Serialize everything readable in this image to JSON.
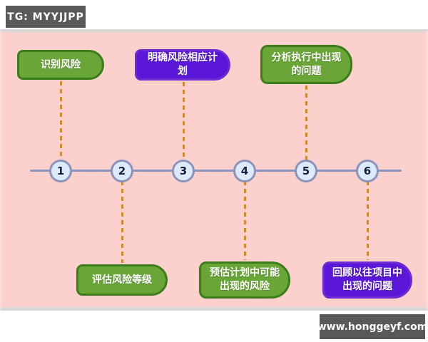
{
  "watermarks": {
    "tg_badge": "TG: MYYJJPP",
    "site_badge": "www.honggeyf.com"
  },
  "diagram": {
    "type": "timeline",
    "title": "",
    "steps": [
      {
        "number": "1",
        "label": "识别风险",
        "color": "green",
        "label_position": "top"
      },
      {
        "number": "2",
        "label": "评估风险等级",
        "color": "green",
        "label_position": "bottom"
      },
      {
        "number": "3",
        "label": "明确风险相应计划",
        "color": "purple",
        "label_position": "top"
      },
      {
        "number": "4",
        "label": "预估计划中可能出现的风险",
        "color": "green",
        "label_position": "bottom"
      },
      {
        "number": "5",
        "label": "分析执行中出现的问题",
        "color": "green",
        "label_position": "top"
      },
      {
        "number": "6",
        "label": "回顾以往项目中出现的问题",
        "color": "purple",
        "label_position": "bottom"
      }
    ],
    "colors": {
      "background_pink": "#fcd1cd",
      "panel_border_gray": "#d8d8d8",
      "green_fill": "#69a637",
      "green_border": "#3c7d1b",
      "purple_fill": "#5a17d8",
      "purple_border": "#6f2ad2",
      "timeline_line": "#8a94bd",
      "node_fill": "#ddeafa",
      "node_border": "#8a94bd",
      "node_number": "#15233f",
      "connector_dash": "#cf8a2e",
      "badge_bg": "#59595b",
      "badge_text": "#ffffff"
    }
  }
}
